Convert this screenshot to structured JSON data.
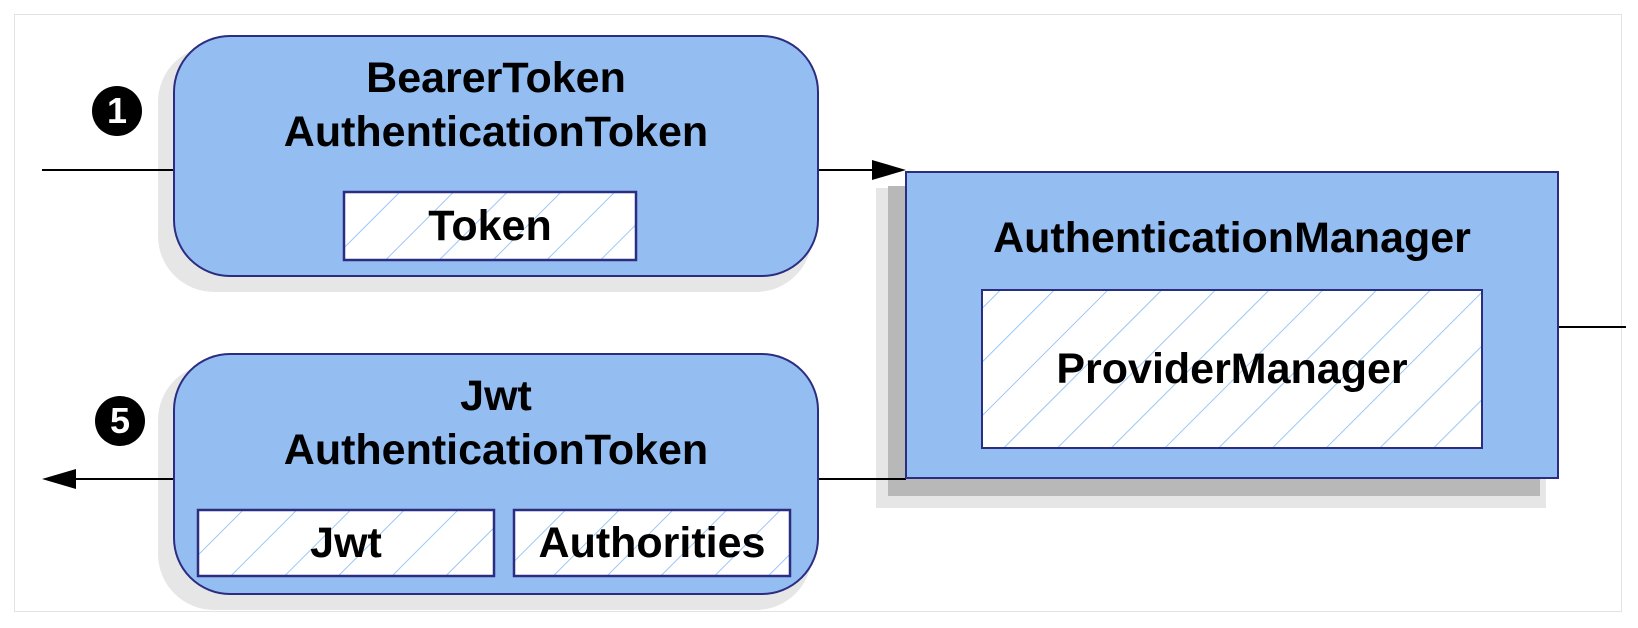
{
  "colors": {
    "box_fill": "#94bdf2",
    "box_stroke": "#2b2e80",
    "hatch": "#9cc6f5",
    "shadow": "#b8b8b8",
    "arrow": "#000000",
    "badge": "#000000"
  },
  "bearer_token": {
    "title_line1": "BearerToken",
    "title_line2": "AuthenticationToken",
    "field_token": "Token",
    "step": "1"
  },
  "authentication_manager": {
    "title": "AuthenticationManager",
    "provider_manager": "ProviderManager"
  },
  "jwt_token": {
    "title_line1": "Jwt",
    "title_line2": "AuthenticationToken",
    "field_jwt": "Jwt",
    "field_authorities": "Authorities",
    "step": "5"
  }
}
